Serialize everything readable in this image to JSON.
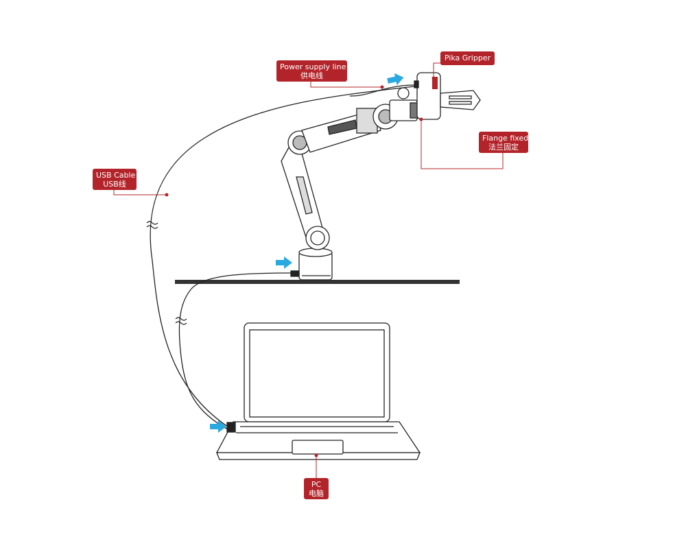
{
  "colors": {
    "callout": "#b3242a",
    "arrow": "#2aa8e0",
    "line": "#222222",
    "surface": "#333333"
  },
  "labels": {
    "gripper": {
      "line1": "Pika Gripper"
    },
    "power": {
      "line1": "Power supply line",
      "line2": "供电线"
    },
    "flange": {
      "line1": "Flange fixed",
      "line2": "法兰固定"
    },
    "usb": {
      "line1": "USB Cable",
      "line2": "USB线"
    },
    "pc": {
      "line1": "PC",
      "line2": "电脑"
    }
  },
  "icons": {
    "arrows": [
      "right-arrow-icon"
    ],
    "break": "cable-break-icon"
  }
}
